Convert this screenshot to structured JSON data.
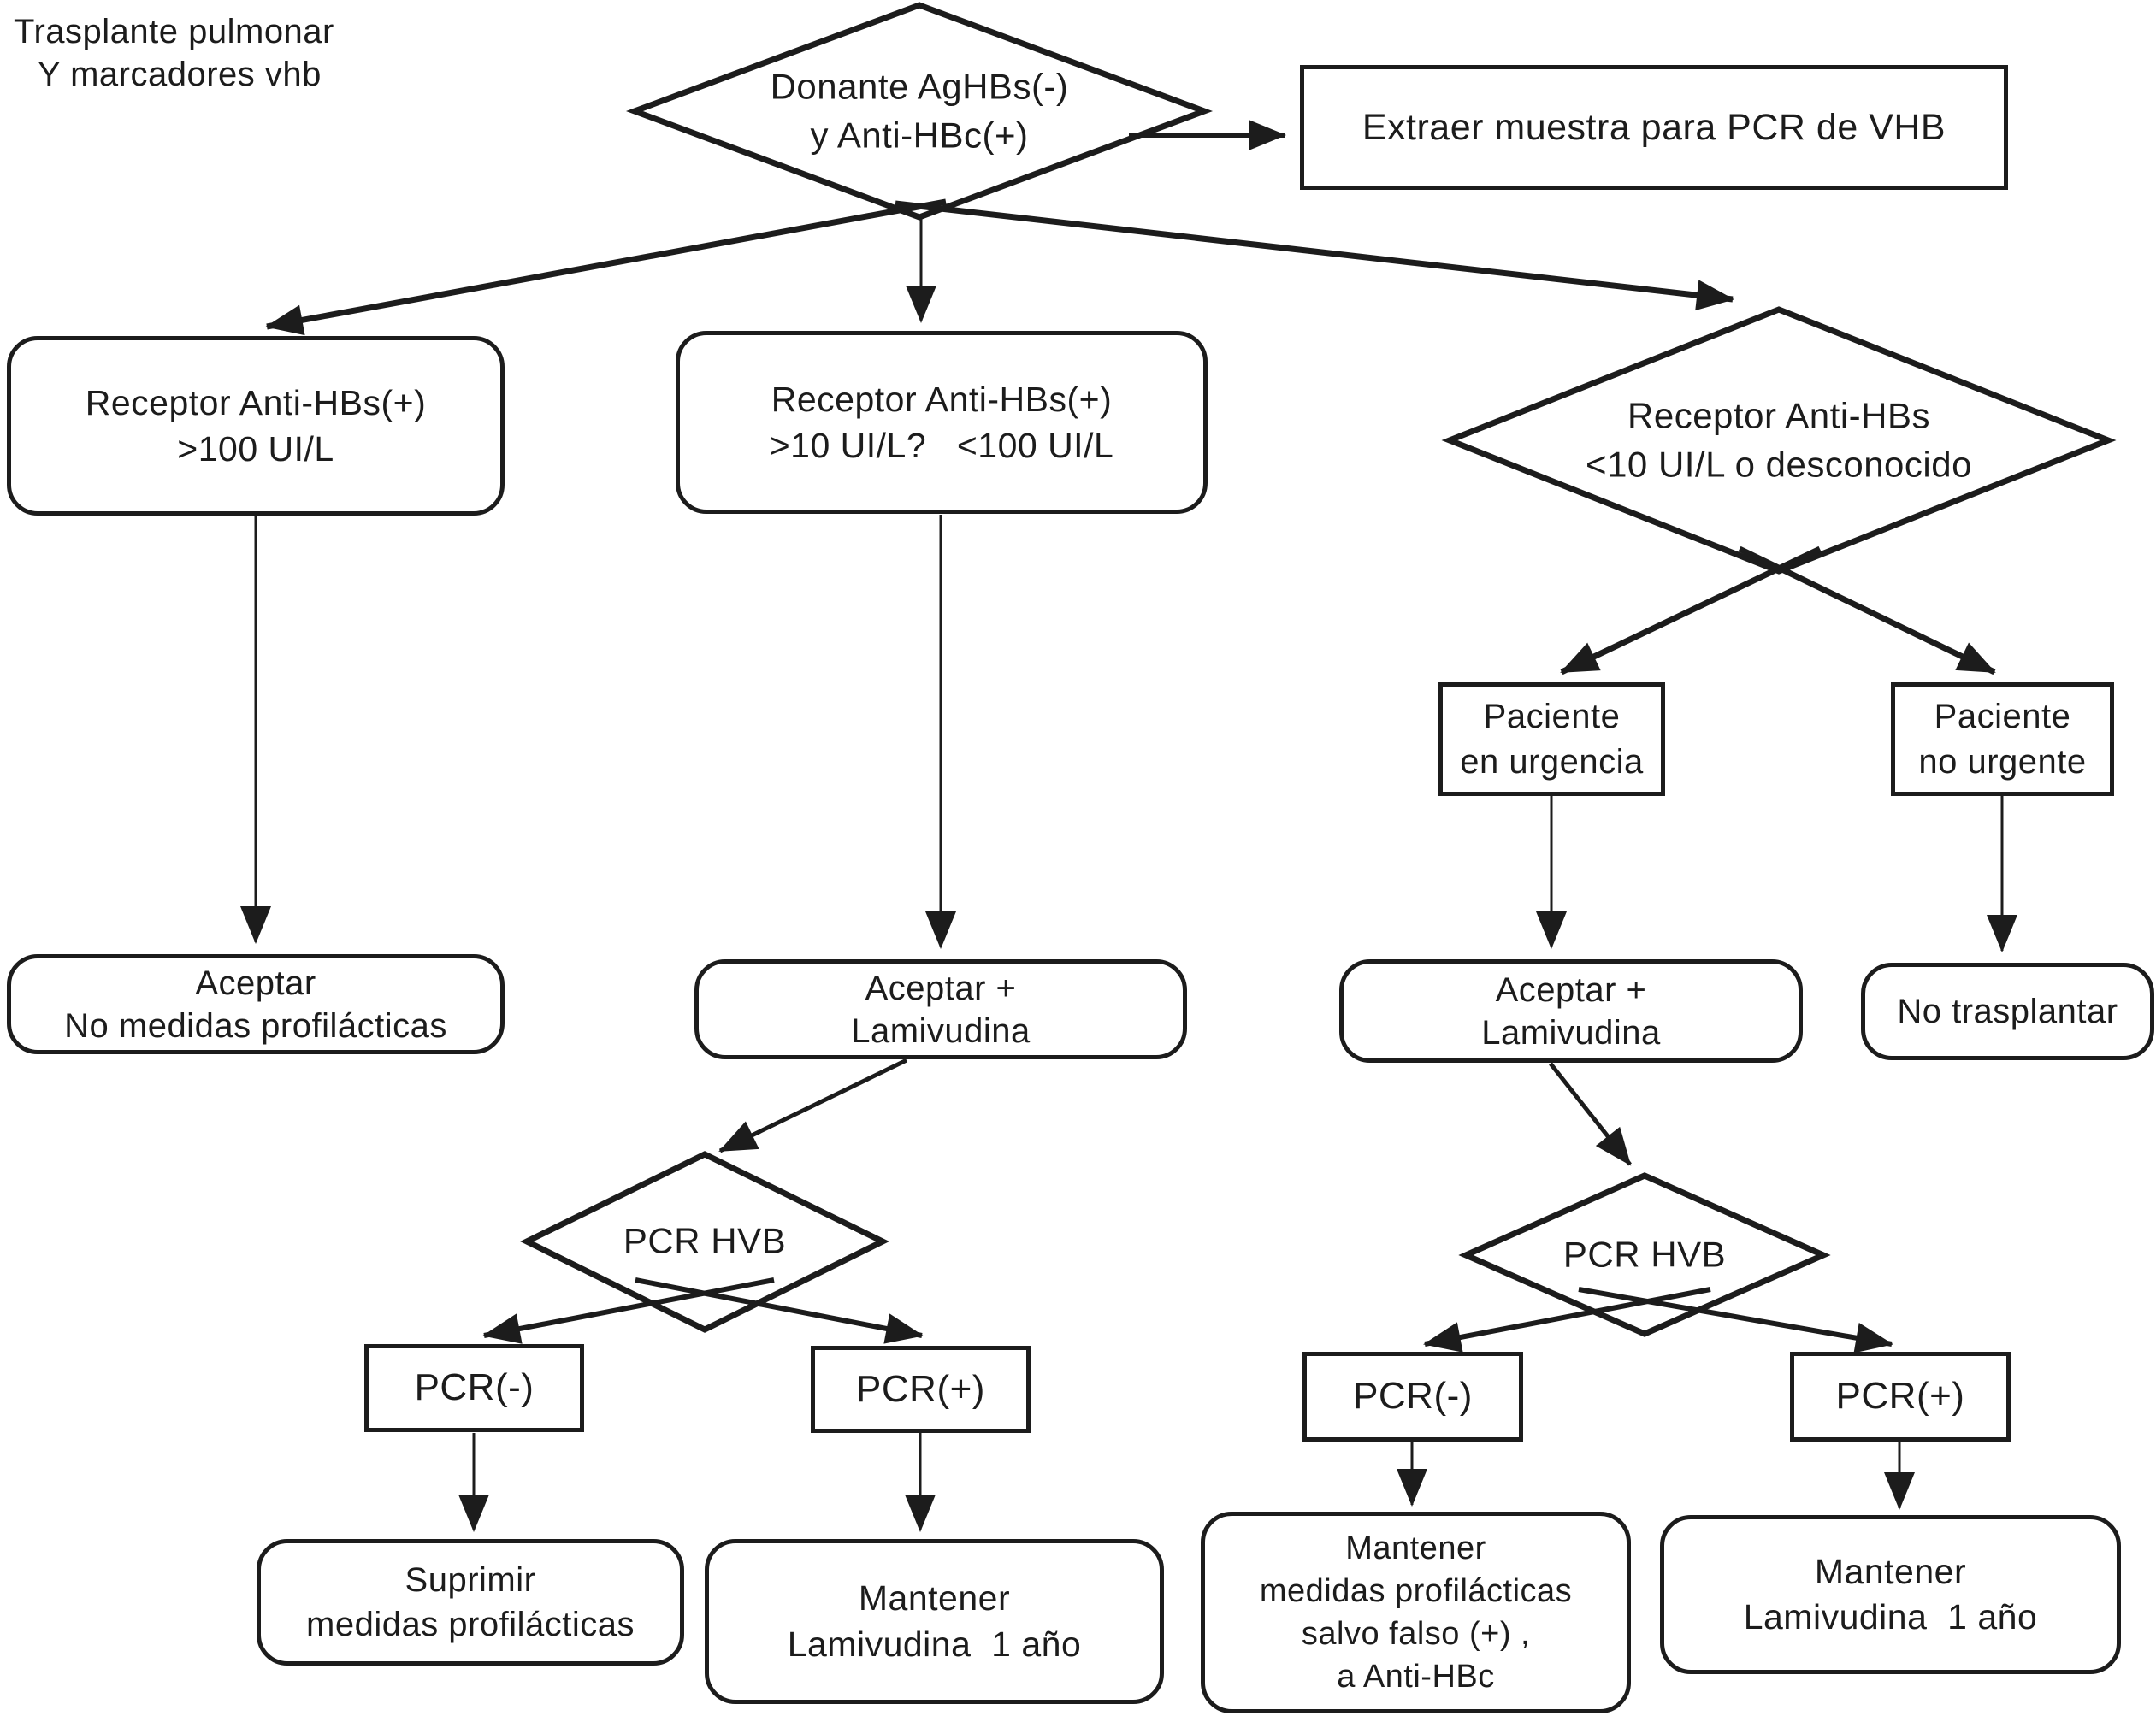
{
  "title": {
    "line1": "Trasplante pulmonar",
    "line2": "Y marcadores vhb"
  },
  "nodes": {
    "donante": {
      "line1": "Donante AgHBs(-)",
      "line2": "y Anti-HBc(+)"
    },
    "extraer": {
      "label": "Extraer muestra para PCR de VHB"
    },
    "receptor_100": {
      "line1": "Receptor Anti-HBs(+)",
      "line2": ">100 UI/L"
    },
    "receptor_10_100": {
      "line1": "Receptor Anti-HBs(+)",
      "line2": ">10 UI/L?   <100 UI/L"
    },
    "receptor_menor_10": {
      "line1": "Receptor Anti-HBs",
      "line2": "<10 UI/L o desconocido"
    },
    "paciente_urgencia": {
      "line1": "Paciente",
      "line2": "en urgencia"
    },
    "paciente_no_urgente": {
      "line1": "Paciente",
      "line2": "no urgente"
    },
    "aceptar_no_medidas": {
      "line1": "Aceptar",
      "line2": "No medidas profilácticas"
    },
    "aceptar_lamivudina_centro": {
      "line1": "Aceptar +",
      "line2": "Lamivudina"
    },
    "aceptar_lamivudina_derecha": {
      "line1": "Aceptar +",
      "line2": "Lamivudina"
    },
    "no_trasplantar": {
      "label": "No trasplantar"
    },
    "pcr_hvb_centro": {
      "label": "PCR HVB"
    },
    "pcr_hvb_derecha": {
      "label": "PCR HVB"
    },
    "pcr_neg_centro": {
      "label": "PCR(-)"
    },
    "pcr_pos_centro": {
      "label": "PCR(+)"
    },
    "pcr_neg_derecha": {
      "label": "PCR(-)"
    },
    "pcr_pos_derecha": {
      "label": "PCR(+)"
    },
    "suprimir_medidas": {
      "line1": "Suprimir",
      "line2": "medidas profilácticas"
    },
    "mantener_lamivudina_centro": {
      "line1": "Mantener",
      "line2": "Lamivudina  1 año"
    },
    "mantener_medidas": {
      "line1": "Mantener",
      "line2": "medidas profilácticas",
      "line3": "salvo falso (+) ,",
      "line4": "a Anti-HBc"
    },
    "mantener_lamivudina_derecha": {
      "line1": "Mantener",
      "line2": "Lamivudina  1 año"
    }
  },
  "colors": {
    "ink": "#1c1c1c",
    "background": "#ffffff"
  }
}
